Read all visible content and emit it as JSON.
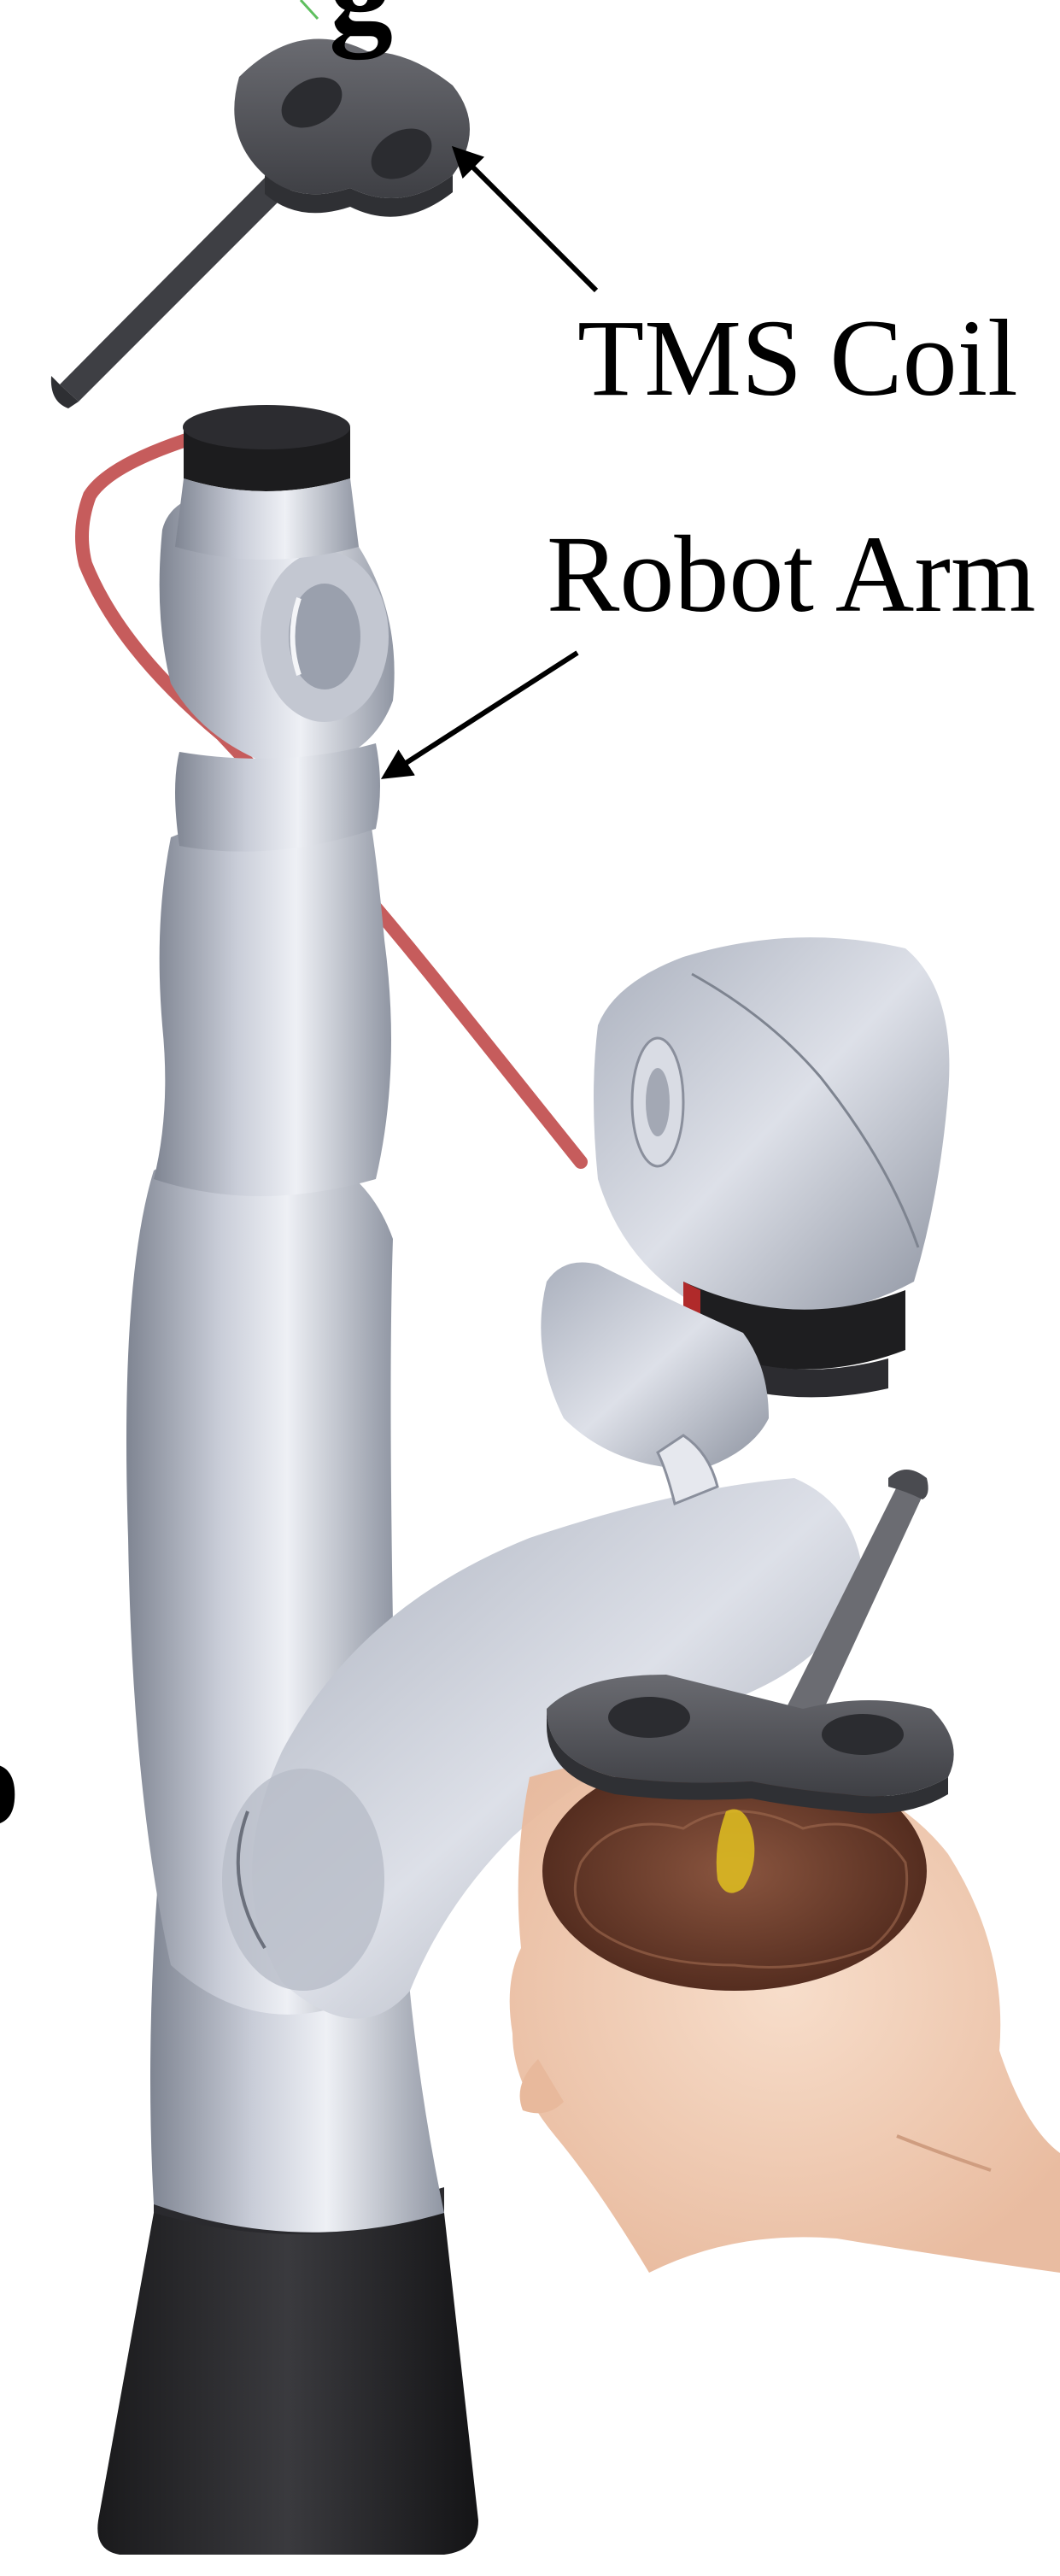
{
  "annotations": {
    "tms_coil_label": "TMS Coil",
    "robot_arm_label": "Robot Arm",
    "cropped_top_text": "g",
    "cropped_side_text": "o"
  },
  "colors": {
    "background": "#ffffff",
    "arm_body": "#c8ccd6",
    "arm_highlight": "#eef0f5",
    "arm_shadow": "#8a8f9c",
    "joint_cap": "#1c1c1e",
    "base": "#2a2a2c",
    "coil": "#55565b",
    "cable": "#c04a4a",
    "head": "#f2c9b0",
    "brain": "#6b3b2a",
    "target_region": "#e0c020",
    "arrows": "#000000"
  },
  "icons": {
    "pointer_arrows": "arrow-icon"
  }
}
